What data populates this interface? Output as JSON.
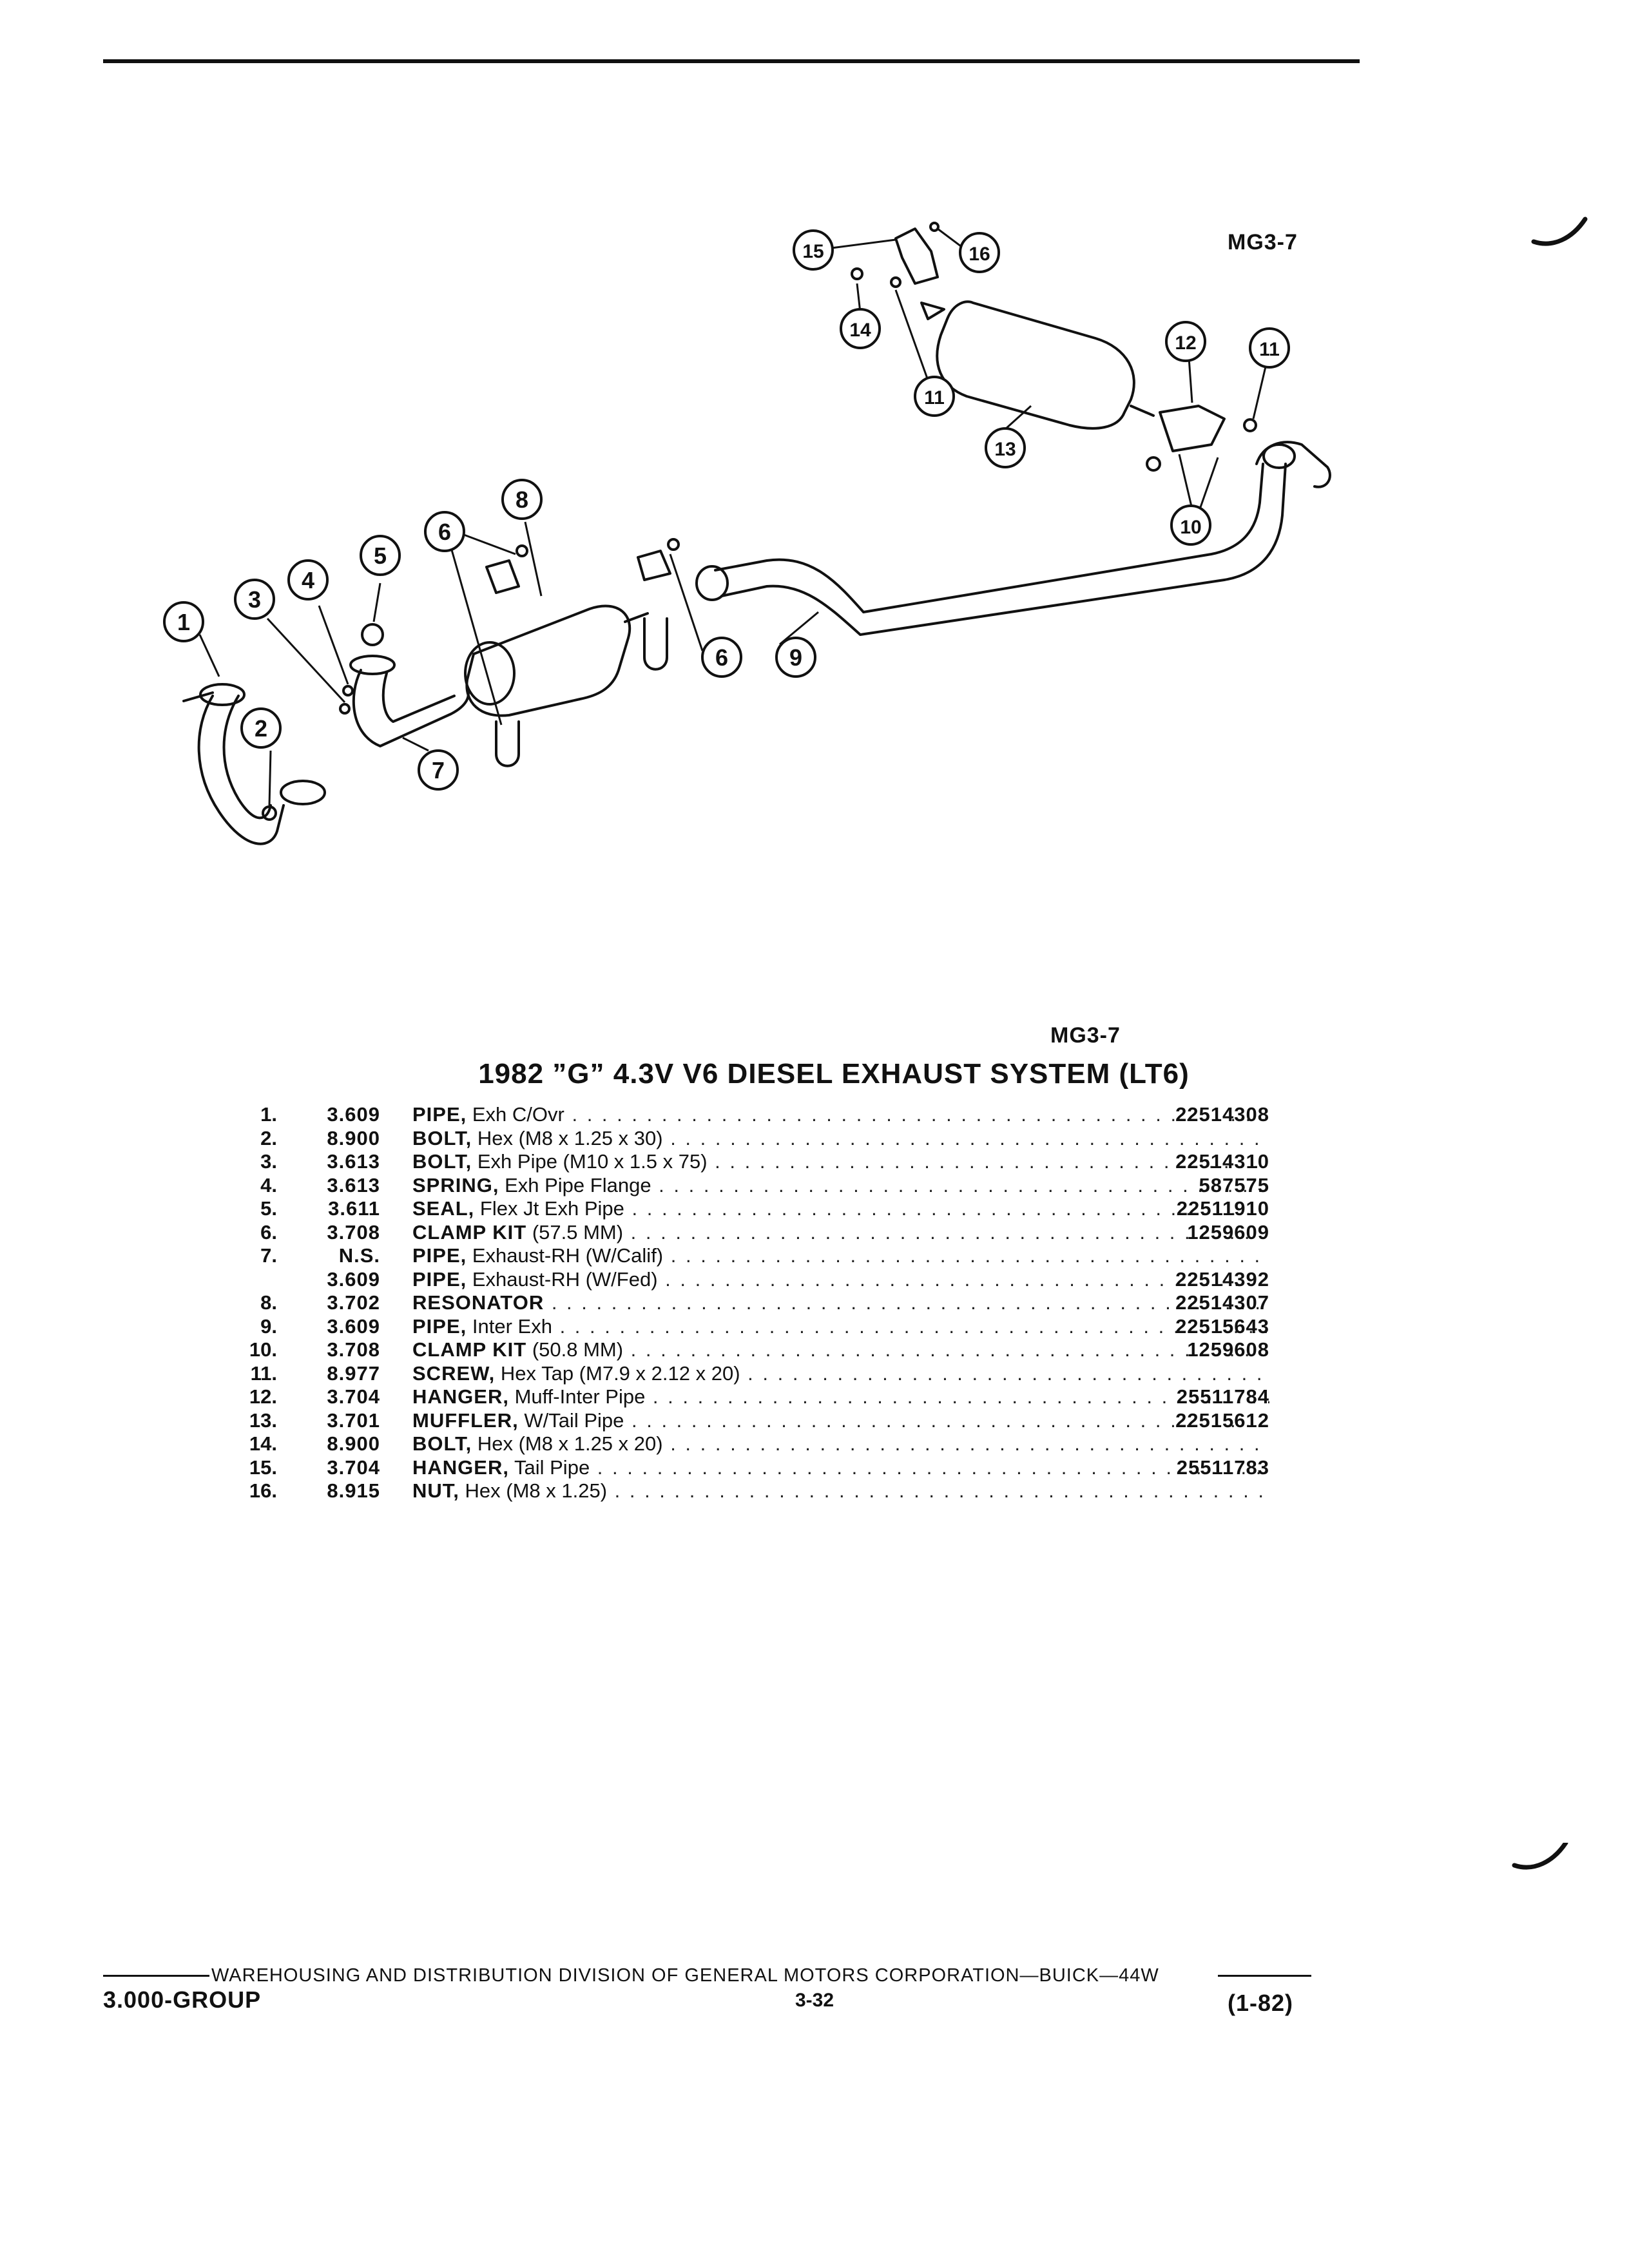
{
  "figure_code_top": "MG3-7",
  "figure_code_bottom": "MG3-7",
  "title": "1982 ”G” 4.3V V6 DIESEL EXHAUST SYSTEM (LT6)",
  "callouts": [
    "1",
    "2",
    "3",
    "4",
    "5",
    "6",
    "6",
    "7",
    "8",
    "9",
    "10",
    "11",
    "11",
    "12",
    "13",
    "14",
    "15",
    "16"
  ],
  "parts": [
    {
      "num": "1.",
      "group": "3.609",
      "name": "PIPE,",
      "detail": " Exh C/Ovr",
      "part_no": "22514308"
    },
    {
      "num": "2.",
      "group": "8.900",
      "name": "BOLT,",
      "detail": " Hex (M8 x 1.25 x 30)",
      "part_no": ""
    },
    {
      "num": "3.",
      "group": "3.613",
      "name": "BOLT,",
      "detail": " Exh Pipe (M10 x 1.5 x 75)",
      "part_no": "22514310"
    },
    {
      "num": "4.",
      "group": "3.613",
      "name": "SPRING,",
      "detail": " Exh Pipe Flange",
      "part_no": "587575"
    },
    {
      "num": "5.",
      "group": "3.611",
      "name": "SEAL,",
      "detail": " Flex Jt Exh Pipe",
      "part_no": "22511910"
    },
    {
      "num": "6.",
      "group": "3.708",
      "name": "CLAMP KIT",
      "detail": " (57.5 MM)",
      "part_no": "1259609"
    },
    {
      "num": "7.",
      "group": "N.S.",
      "name": "PIPE,",
      "detail": " Exhaust-RH (W/Calif)",
      "part_no": ""
    },
    {
      "num": "",
      "group": "3.609",
      "name": "PIPE,",
      "detail": " Exhaust-RH (W/Fed)",
      "part_no": "22514392"
    },
    {
      "num": "8.",
      "group": "3.702",
      "name": "RESONATOR",
      "detail": "",
      "part_no": "22514307"
    },
    {
      "num": "9.",
      "group": "3.609",
      "name": "PIPE,",
      "detail": " Inter Exh",
      "part_no": "22515643"
    },
    {
      "num": "10.",
      "group": "3.708",
      "name": "CLAMP KIT",
      "detail": " (50.8 MM)",
      "part_no": "1259608"
    },
    {
      "num": "11.",
      "group": "8.977",
      "name": "SCREW,",
      "detail": " Hex Tap (M7.9 x 2.12 x 20)",
      "part_no": ""
    },
    {
      "num": "12.",
      "group": "3.704",
      "name": "HANGER,",
      "detail": " Muff-Inter Pipe",
      "part_no": "25511784"
    },
    {
      "num": "13.",
      "group": "3.701",
      "name": "MUFFLER,",
      "detail": " W/Tail Pipe",
      "part_no": "22515612"
    },
    {
      "num": "14.",
      "group": "8.900",
      "name": "BOLT,",
      "detail": " Hex (M8 x 1.25 x 20)",
      "part_no": ""
    },
    {
      "num": "15.",
      "group": "3.704",
      "name": "HANGER,",
      "detail": " Tail Pipe",
      "part_no": "25511783"
    },
    {
      "num": "16.",
      "group": "8.915",
      "name": "NUT,",
      "detail": " Hex (M8 x 1.25)",
      "part_no": ""
    }
  ],
  "footer": {
    "division": "WAREHOUSING AND DISTRIBUTION  DIVISION OF GENERAL MOTORS CORPORATION—BUICK—44W",
    "group": "3.000-GROUP",
    "page": "3-32",
    "date_code": "(1-82)"
  }
}
